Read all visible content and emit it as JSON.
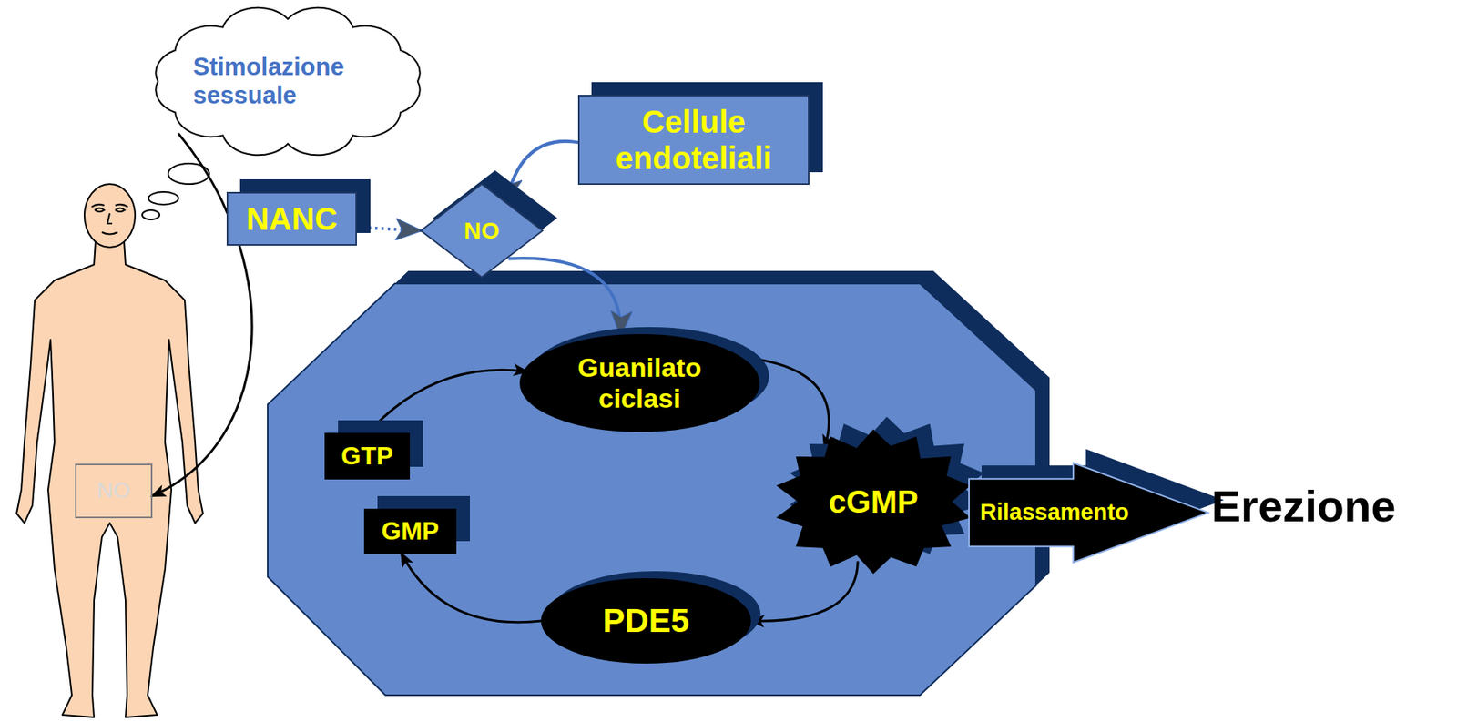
{
  "diagram": {
    "nodes": [
      {
        "text": [
          "Stimolazione sessuale"
        ]
      },
      {
        "text": [
          "Cellule endoteliali"
        ]
      },
      {
        "text": [
          "NANC"
        ]
      },
      {
        "text": [
          "NO"
        ]
      },
      {
        "text": [
          "NO"
        ]
      },
      {
        "text": [
          "Guanilato ciclasi"
        ]
      },
      {
        "text": [
          "GTP"
        ]
      },
      {
        "text": [
          "cGMP"
        ]
      },
      {
        "text": [
          "GMP"
        ]
      },
      {
        "text": [
          "PDE5"
        ]
      },
      {
        "text": [
          "Rilassamento"
        ]
      }
    ],
    "edges": [
      {
        "from": 0,
        "to": 4,
        "arrow": "to"
      },
      {
        "from": 2,
        "to": 3,
        "arrow": "to"
      },
      {
        "from": 1,
        "to": 3,
        "arrow": "to"
      },
      {
        "from": 3,
        "to": 5,
        "arrow": "to"
      },
      {
        "from": 6,
        "to": 5,
        "arrow": "to"
      },
      {
        "from": 5,
        "to": 7,
        "arrow": "to"
      },
      {
        "from": 7,
        "to": 9,
        "arrow": "to"
      },
      {
        "from": 9,
        "to": 8,
        "arrow": "to"
      }
    ],
    "labels": [
      "Erezione"
    ]
  }
}
